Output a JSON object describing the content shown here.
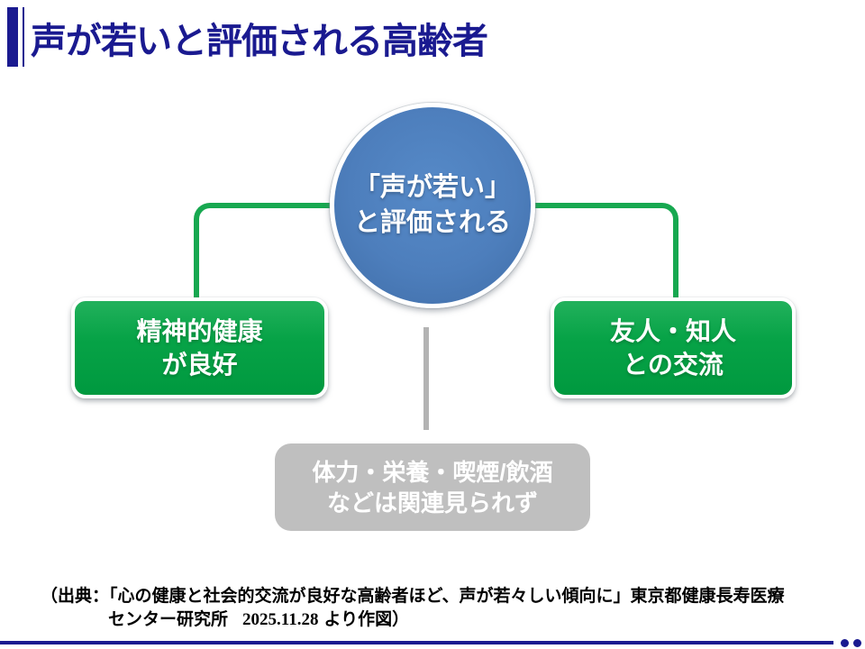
{
  "slide_title": "声が若いと評価される高齢者",
  "colors": {
    "navy": "#1a1a90",
    "circle_blue": "#4f81bd",
    "box_green": "#06a246",
    "box_gray": "#bfbfbf",
    "connector_green": "#17a850",
    "connector_gray": "#b3b3b3"
  },
  "diagram": {
    "center_circle": {
      "line1": "「声が若い」",
      "line2": "と評価される"
    },
    "left_box": {
      "line1": "精神的健康",
      "line2": "が良好"
    },
    "right_box": {
      "line1": "友人・知人",
      "line2": "との交流"
    },
    "bottom_box": {
      "line1": "体力・栄養・喫煙/飲酒",
      "line2": "などは関連見られず"
    }
  },
  "source": {
    "line1": "（出典：「心の健康と社会的交流が良好な高齢者ほど、声が若々しい傾向に」東京都健康長寿医療",
    "line2_prefix": "センター研究所",
    "line2_date": "2025.11.28",
    "line2_suffix": "より作図）"
  }
}
